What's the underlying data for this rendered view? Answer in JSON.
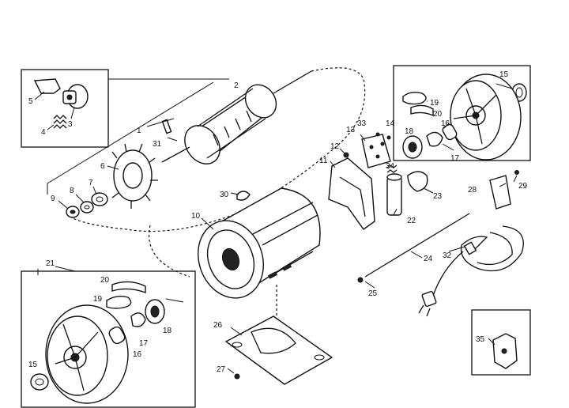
{
  "colors": {
    "ink": "#111111",
    "background": "#ffffff"
  },
  "labels": {
    "l1": "1",
    "l2": "2",
    "l3": "3",
    "l4": "4",
    "l5": "5",
    "l6": "6",
    "l7": "7",
    "l8": "8",
    "l9": "9",
    "l10": "10",
    "l11": "11",
    "l12": "12",
    "l13": "13",
    "l14": "14",
    "l15a": "15",
    "l15b": "15",
    "l16a": "16",
    "l16b": "16",
    "l17a": "17",
    "l17b": "17",
    "l18a": "18",
    "l18b": "18",
    "l19a": "19",
    "l19b": "19",
    "l20a": "20",
    "l20b": "20",
    "l21": "21",
    "l22": "22",
    "l23": "23",
    "l24": "24",
    "l25": "25",
    "l26": "26",
    "l27": "27",
    "l28": "28",
    "l29": "29",
    "l30": "30",
    "l31": "31",
    "l32": "32",
    "l33": "33",
    "l34": "34",
    "l35": "35"
  }
}
